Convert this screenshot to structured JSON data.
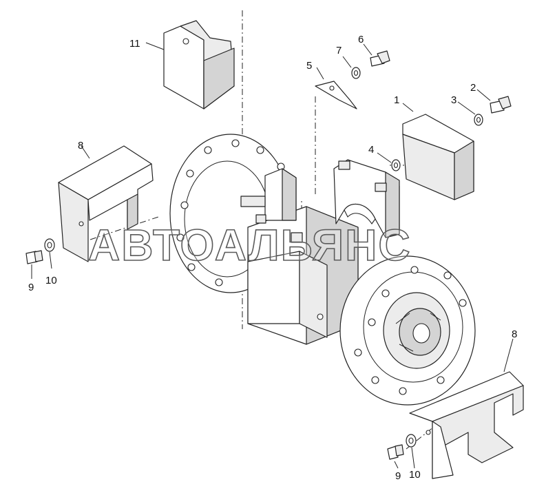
{
  "watermark": "АВТОАЛЬЯНС",
  "callouts": {
    "c1": "1",
    "c2": "2",
    "c3": "3",
    "c4": "4",
    "c5": "5",
    "c6": "6",
    "c7": "7",
    "c8a": "8",
    "c8b": "8",
    "c9a": "9",
    "c9b": "9",
    "c10a": "10",
    "c10b": "10",
    "c11": "11"
  }
}
